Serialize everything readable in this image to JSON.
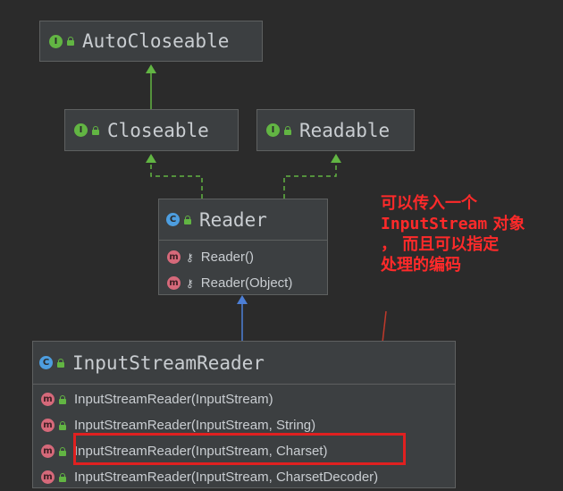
{
  "diagram": {
    "autocloseable": {
      "name": "AutoCloseable",
      "kind": "I"
    },
    "closeable": {
      "name": "Closeable",
      "kind": "I"
    },
    "readable": {
      "name": "Readable",
      "kind": "I"
    },
    "reader": {
      "name": "Reader",
      "kind": "C",
      "members": [
        {
          "kind": "m",
          "label": "Reader()"
        },
        {
          "kind": "m",
          "label": "Reader(Object)"
        }
      ]
    },
    "inputstreamreader": {
      "name": "InputStreamReader",
      "kind": "C",
      "members": [
        {
          "kind": "m",
          "label": "InputStreamReader(InputStream)"
        },
        {
          "kind": "m",
          "label": "InputStreamReader(InputStream, String)"
        },
        {
          "kind": "m",
          "label": "InputStreamReader(InputStream, Charset)"
        },
        {
          "kind": "m",
          "label": "InputStreamReader(InputStream, CharsetDecoder)"
        }
      ]
    }
  },
  "annotation": {
    "line1": "可以传入一个",
    "line2_code": "InputStream",
    "line2_suffix": " 对象",
    "line3": "，  而且可以指定",
    "line4": "处理的编码",
    "color": "#ff2a2a"
  },
  "colors": {
    "background": "#2b2b2b",
    "box": "#3c3f41",
    "interface_icon": "#62b543",
    "class_icon": "#4d9ee0",
    "method_icon": "#d6697a",
    "inherit_arrow": "#62b543",
    "extends_arrow": "#4d7fd6"
  }
}
